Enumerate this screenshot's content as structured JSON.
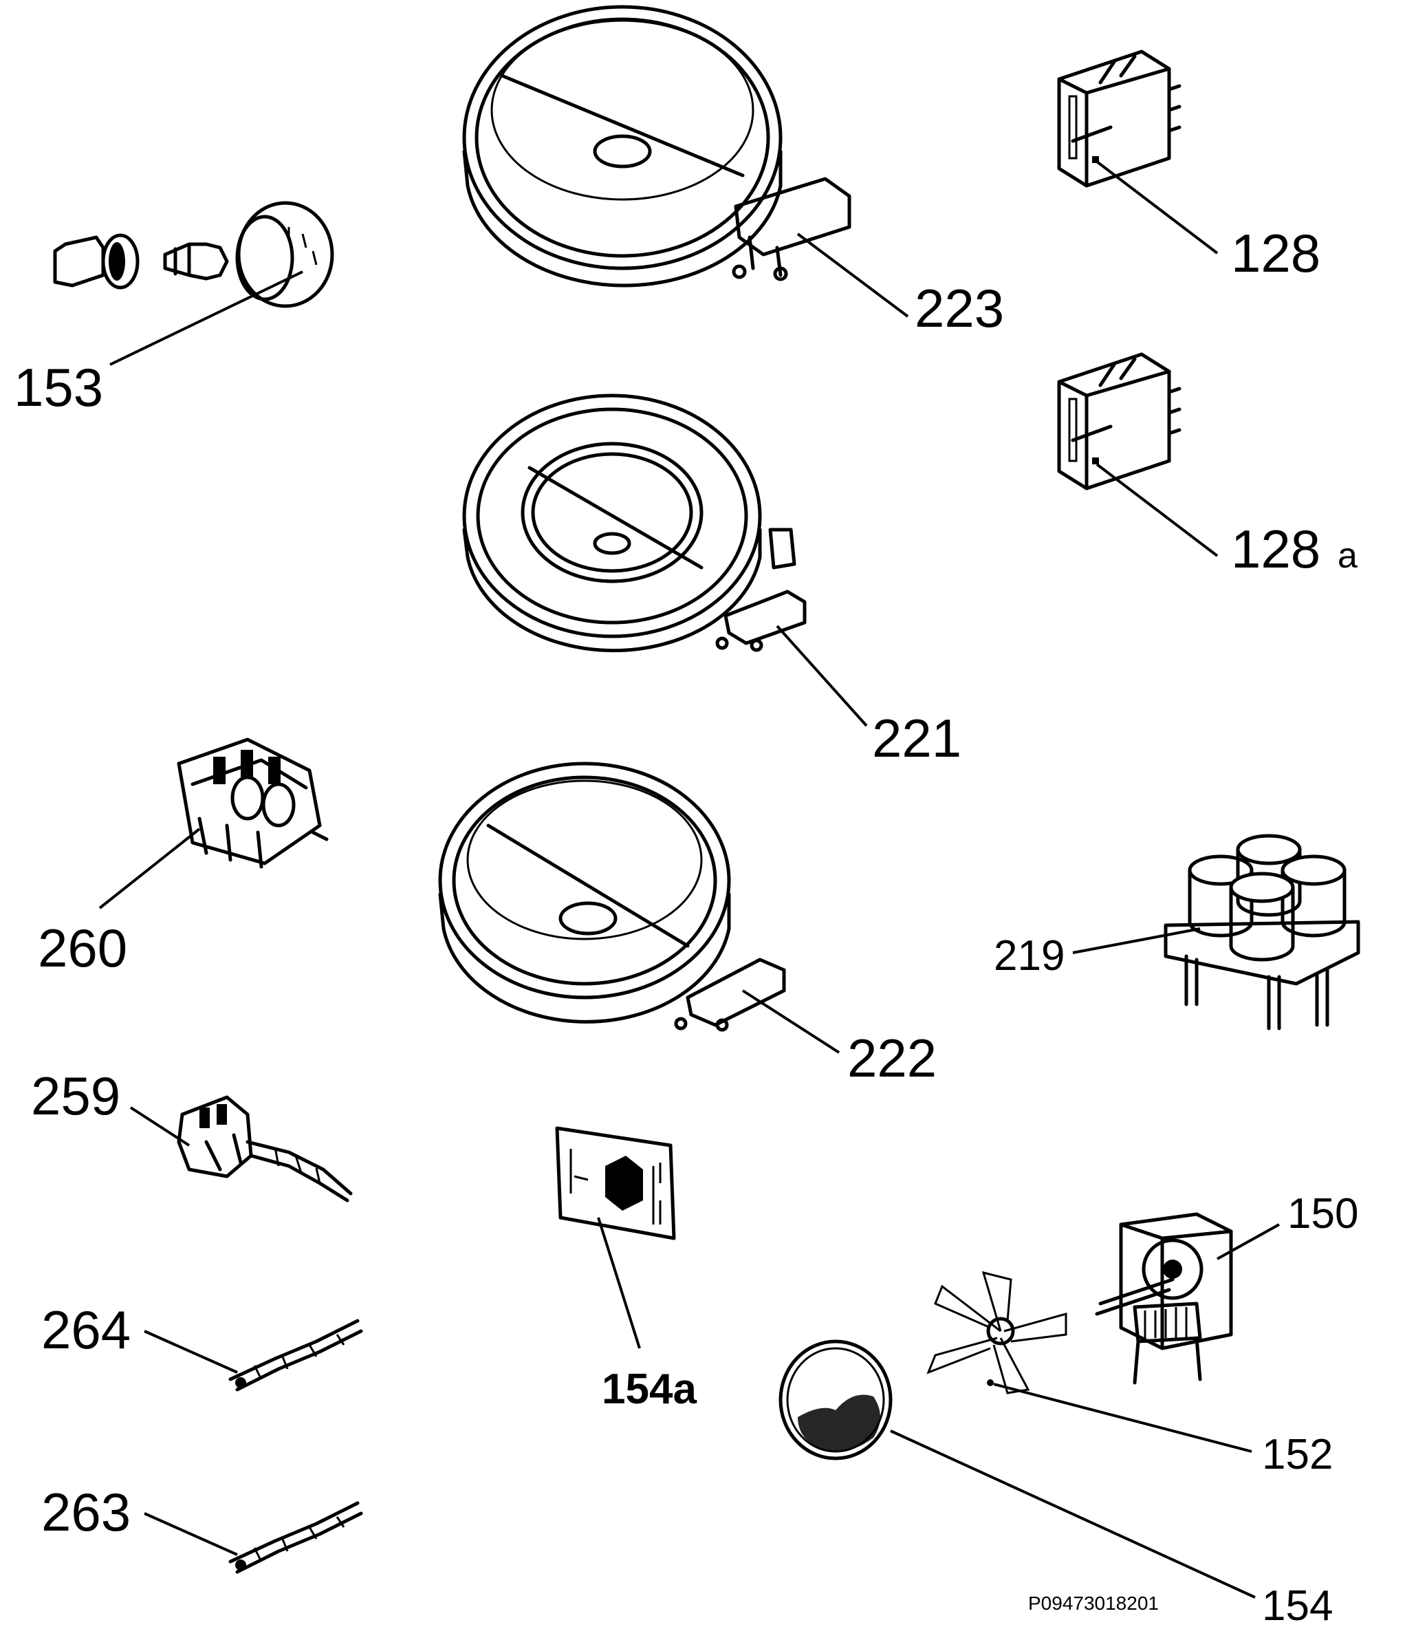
{
  "labels": {
    "p128": "128",
    "p128a": "128",
    "p128a_suffix": "a",
    "p223": "223",
    "p153": "153",
    "p221": "221",
    "p260": "260",
    "p219": "219",
    "p222": "222",
    "p259": "259",
    "p154a": "154a",
    "p150": "150",
    "p264": "264",
    "p152": "152",
    "p263": "263",
    "p154": "154"
  },
  "drawing_code": "P09473018201"
}
